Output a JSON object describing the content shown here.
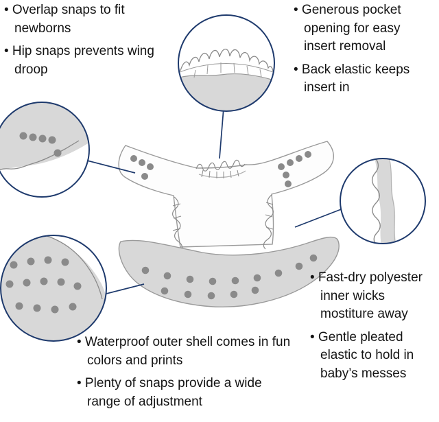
{
  "annotations": {
    "top_left": {
      "items": [
        "• Overlap snaps to fit newborns",
        "• Hip snaps prevents wing droop"
      ]
    },
    "top_right": {
      "items": [
        "• Generous pocket opening for easy insert removal",
        "• Back elastic keeps insert in"
      ]
    },
    "bottom_center": {
      "items": [
        "• Waterproof outer shell comes in fun colors and prints",
        "• Plenty of snaps provide a wide range of adjustment"
      ]
    },
    "bottom_right": {
      "items": [
        "• Fast-dry polyester inner wicks mostiture away",
        "• Gentle pleated elastic to hold in baby’s messes"
      ]
    }
  },
  "colors": {
    "callout_outline": "#1e3a6d",
    "sketch_line": "#9a9a9a",
    "fabric_shade": "#d8d8d8",
    "snap_dot": "#8a8a8a",
    "text": "#141414",
    "background": "#ffffff"
  }
}
